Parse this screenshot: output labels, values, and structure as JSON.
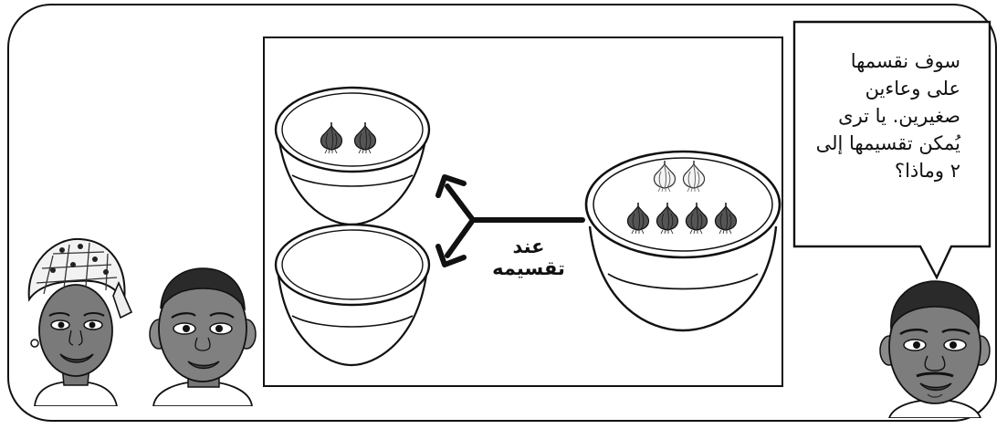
{
  "scene": {
    "arrow_label": "عند تقسيمه",
    "large_bowl": {
      "white_garlic": 2,
      "dark_garlic": 4
    },
    "small_bowl_top": {
      "garlic": 2
    },
    "small_bowl_bottom": {
      "garlic": 0
    }
  },
  "speech_bubble": {
    "lines": [
      "سوف نقسمها",
      "على وعاءين",
      "صغيرين. يا ترى",
      "يُمكن تقسيمها إلى",
      "٢ وماذا؟"
    ]
  },
  "characters": [
    {
      "name": "woman-with-headscarf"
    },
    {
      "name": "boy"
    },
    {
      "name": "man-speaking"
    }
  ],
  "colors": {
    "outline": "#111111",
    "garlic_dark": "#555555",
    "garlic_light": "#f4f4f4",
    "skin": "#777777"
  }
}
